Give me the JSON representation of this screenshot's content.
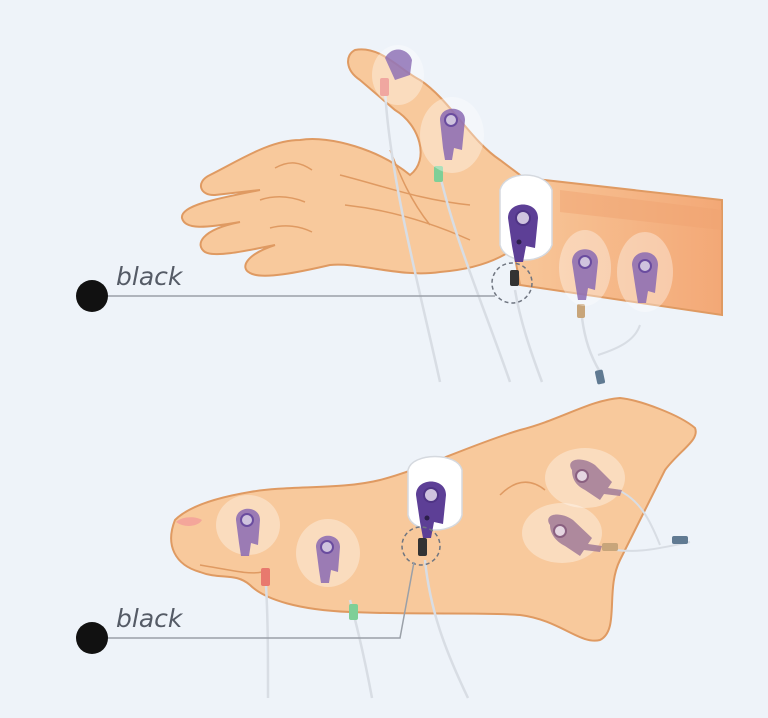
{
  "background": "#eef3f9",
  "colors": {
    "skin": "#f8c99c",
    "skin_outline": "#df9a62",
    "skin_shade": "#f3b483",
    "sleeve": "#f6b382",
    "sensor_purple": "#6a4c9f",
    "sensor_purple_dark": "#4f3485",
    "sensor_mauve": "#a07a98",
    "clip_white": "#ffffff",
    "cable": "#d8dde4",
    "leader_line": "#9aa0a8",
    "dot": "#111111",
    "connector_red": "#e8796e",
    "connector_green": "#7fcf97",
    "connector_tan": "#c8a57a",
    "connector_black": "#333333",
    "connector_slate": "#607a92"
  },
  "callouts": [
    {
      "id": "hand",
      "text": "black"
    },
    {
      "id": "foot",
      "text": "black"
    }
  ],
  "icons": {
    "dot": "black-dot-icon",
    "sensor": "sensor-clip-icon"
  }
}
